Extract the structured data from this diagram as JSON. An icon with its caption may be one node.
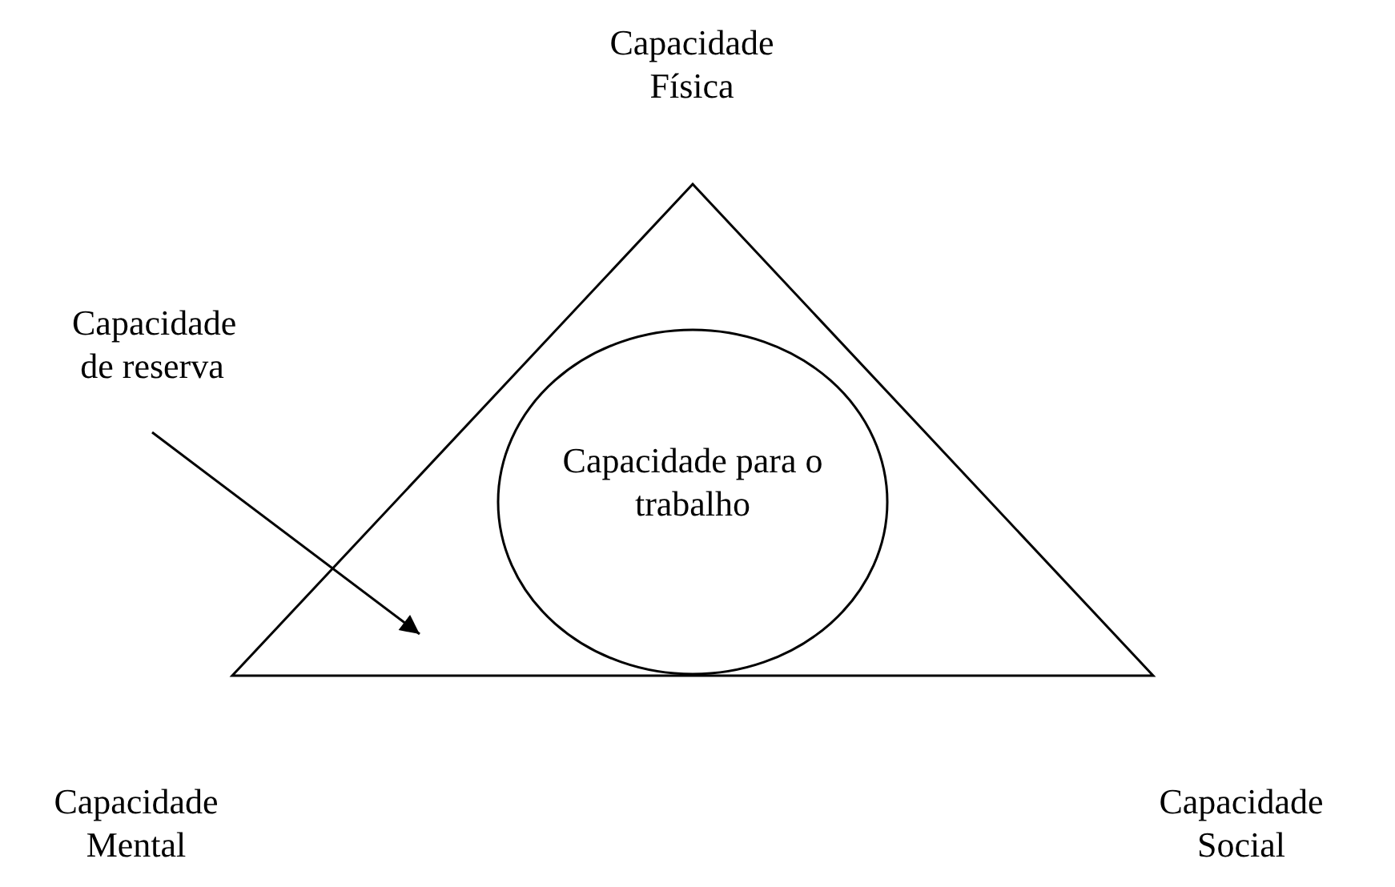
{
  "diagram": {
    "nodes": [
      {
        "text": [],
        "shape": "triangle"
      },
      {
        "text": [
          "Capacidade para o trabalho"
        ],
        "in": 0
      },
      {
        "text": [
          "Capacidade de reserva"
        ]
      }
    ],
    "edges": [
      {
        "from": 2,
        "to": 0,
        "arrow": "to"
      }
    ],
    "labels": [
      "Capacidade Física",
      "Capacidade Mental",
      "Capacidade Social"
    ]
  }
}
